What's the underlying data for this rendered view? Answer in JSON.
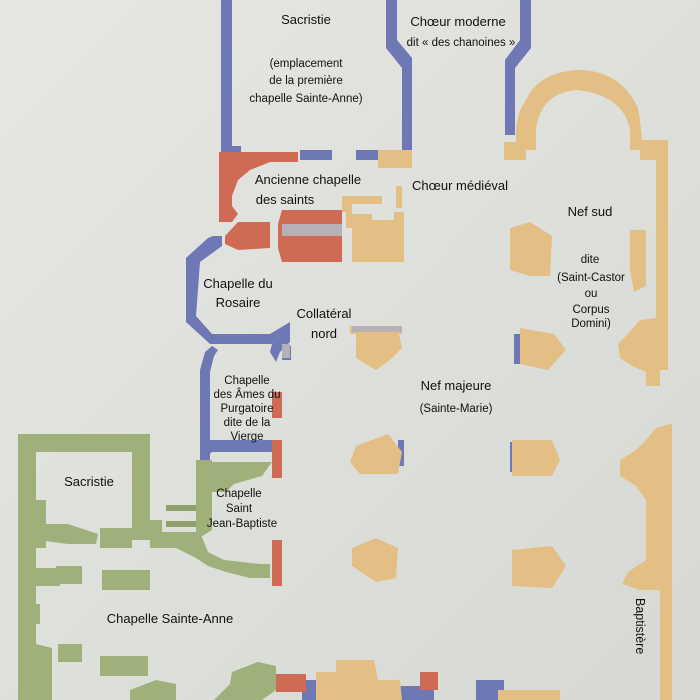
{
  "colors": {
    "background": "#e3e4e0",
    "tan": "#e3bf85",
    "blue": "#6d78b4",
    "red": "#cf6a55",
    "green": "#a0b07a",
    "green_line": "#8fa06a"
  },
  "labels": {
    "sacristie_north": "Sacristie",
    "sacristie_note_1": "(emplacement",
    "sacristie_note_2": "de la première",
    "sacristie_note_3": "chapelle Sainte-Anne)",
    "choeur_moderne_1": "Chœur moderne",
    "choeur_moderne_2": "dit « des chanoines »",
    "ancienne_chapelle_1": "Ancienne chapelle",
    "ancienne_chapelle_2": "des saints",
    "choeur_medieval": "Chœur médiéval",
    "nef_sud": "Nef sud",
    "nef_sud_dite": "dite",
    "nef_sud_castor_1": "(Saint-Castor",
    "nef_sud_castor_2": "ou",
    "nef_sud_castor_3": "Corpus",
    "nef_sud_castor_4": "Domini)",
    "chapelle_rosaire_1": "Chapelle du",
    "chapelle_rosaire_2": "Rosaire",
    "collateral_1": "Collatéral",
    "collateral_2": "nord",
    "ames_1": "Chapelle",
    "ames_2": "des Âmes du",
    "ames_3": "Purgatoire",
    "ames_4": "dite de la",
    "ames_5": "Vierge",
    "nef_majeure_1": "Nef majeure",
    "nef_majeure_2": "(Sainte-Marie)",
    "sacristie_west": "Sacristie",
    "jean_baptiste_1": "Chapelle",
    "jean_baptiste_2": "Saint",
    "jean_baptiste_3": "Jean-Baptiste",
    "sainte_anne": "Chapelle Sainte-Anne",
    "baptistere": "Baptistère"
  }
}
